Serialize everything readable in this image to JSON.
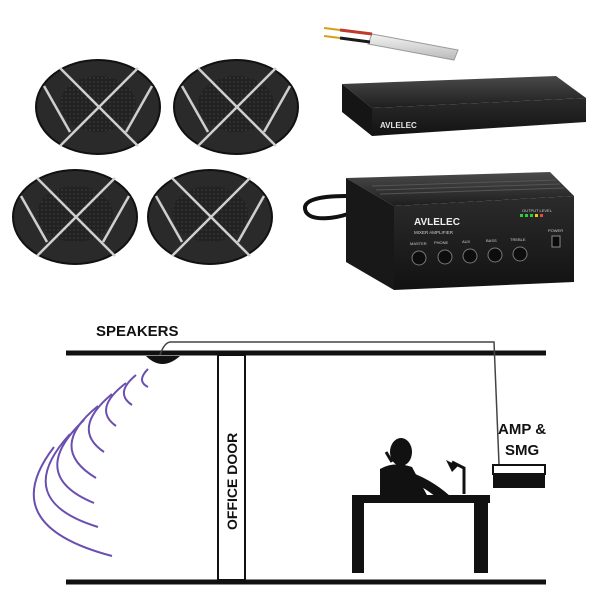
{
  "labels": {
    "speakers": "SPEAKERS",
    "office_door": "OFFICE DOOR",
    "amp_line1": "AMP &",
    "amp_line2": "SMG"
  },
  "products": {
    "masking_generator": {
      "brand": "AVLELEC"
    },
    "amplifier": {
      "brand": "AVLELEC",
      "model": "MIXER AMPLIFIER",
      "output_label": "OUTPUT LEVEL",
      "knobs": [
        "MASTER",
        "PHONE",
        "AUX",
        "BASS",
        "TREBLE"
      ],
      "power_label": "POWER"
    }
  },
  "colors": {
    "line": "#111111",
    "sound_wave": "#6a4fb0",
    "speaker_body": "#2a2a2a",
    "chrome": "#c8c8c8"
  }
}
